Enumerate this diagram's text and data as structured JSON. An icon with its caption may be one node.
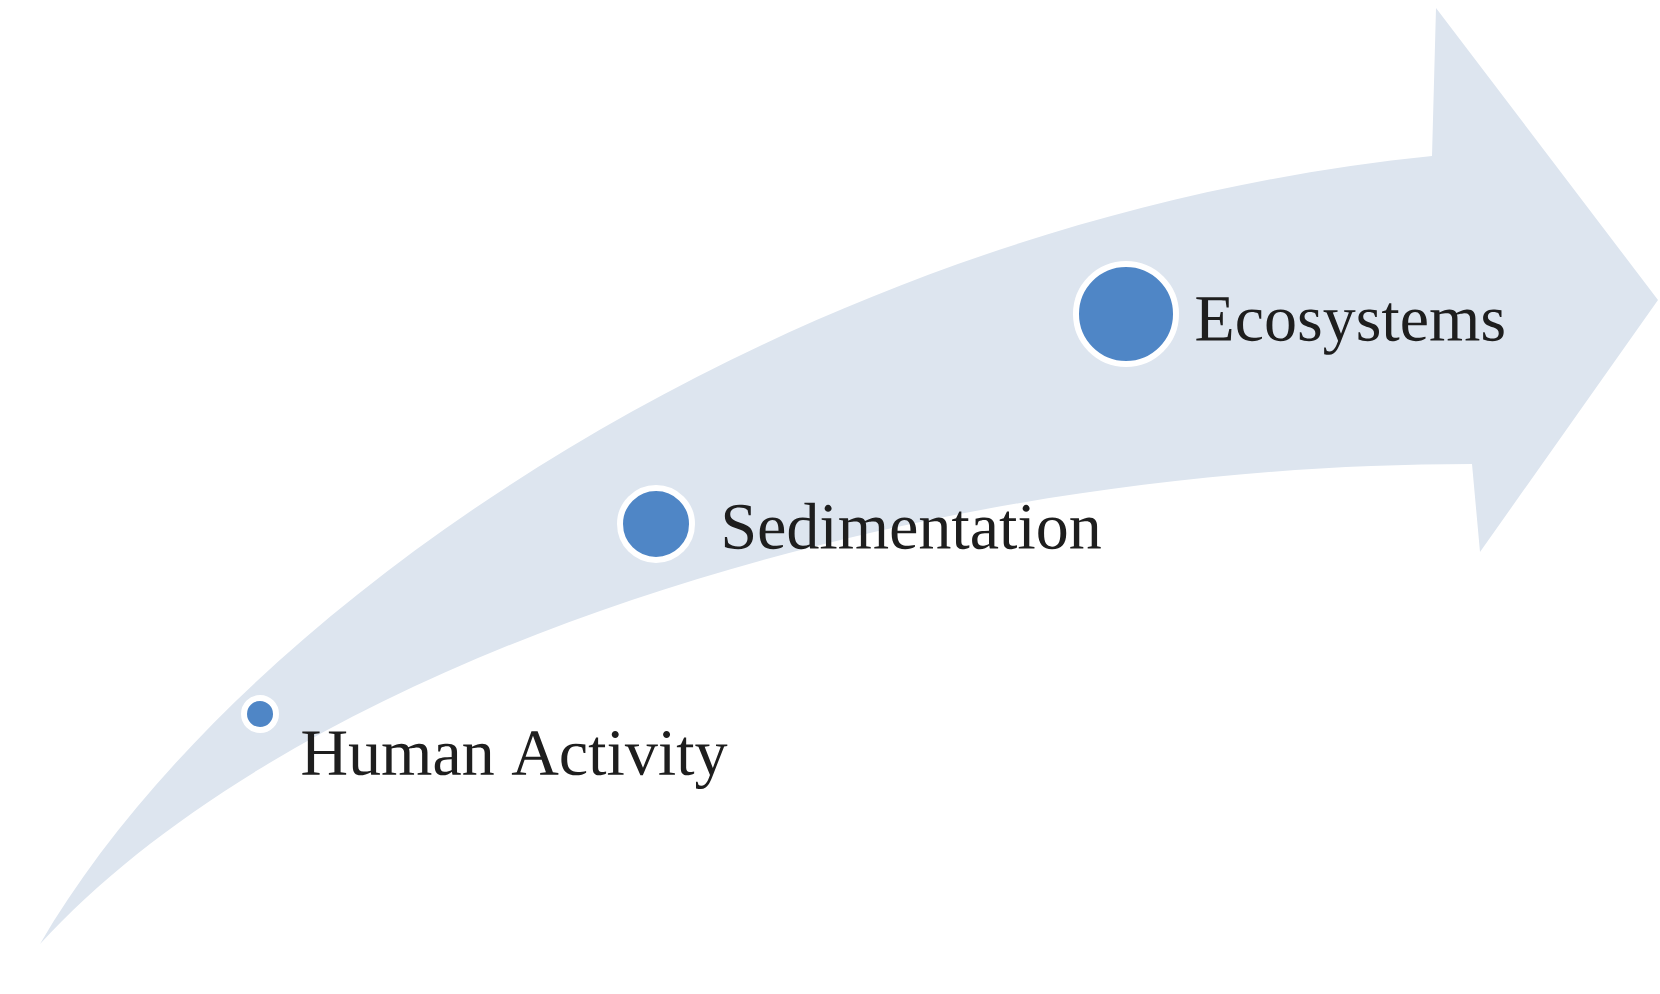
{
  "diagram": {
    "nodes": [
      {
        "text": [],
        "shape": "circle",
        "beside": [
          "Human Activity"
        ]
      },
      {
        "text": [],
        "shape": "circle",
        "beside": [
          "Sedimentation"
        ]
      },
      {
        "text": [],
        "shape": "circle",
        "beside": [
          "Ecosystems"
        ]
      }
    ]
  }
}
